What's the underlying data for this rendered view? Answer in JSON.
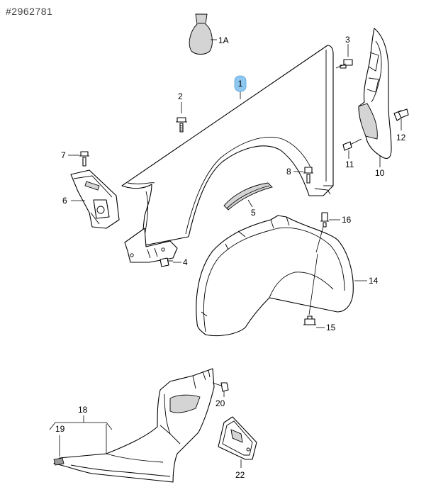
{
  "document_number": "#2962781",
  "highlight_color": "#8ec8f0",
  "labels": {
    "p1": "1",
    "p1a": "1A",
    "p2": "2",
    "p3": "3",
    "p4": "4",
    "p5": "5",
    "p6": "6",
    "p7": "7",
    "p8": "8",
    "p10": "10",
    "p11": "11",
    "p12": "12",
    "p14": "14",
    "p15": "15",
    "p16": "16",
    "p18": "18",
    "p19": "19",
    "p20": "20",
    "p22": "22"
  }
}
